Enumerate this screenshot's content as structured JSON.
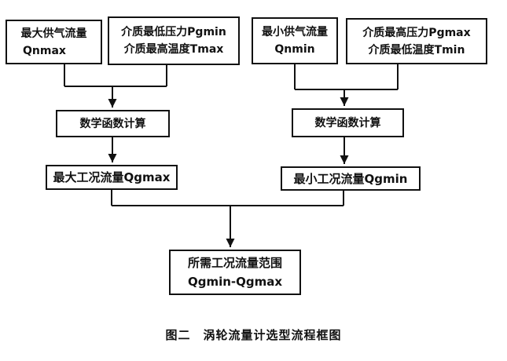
{
  "colors": {
    "ink": "#111111",
    "background": "#ffffff"
  },
  "flowchart": {
    "boxes": {
      "qnmax": {
        "line1": "最大供气流量",
        "line2": "Qnmax"
      },
      "pgmin_tmax": {
        "line1": "介质最低压力Pgmin",
        "line2": "介质最高温度Tmax"
      },
      "qnmin": {
        "line1": "最小供气流量",
        "line2": "Qnmin"
      },
      "pgmax_tmin": {
        "line1": "介质最高压力Pgmax",
        "line2": "介质最低温度Tmin"
      },
      "math_left": {
        "line1": "数学函数计算"
      },
      "math_right": {
        "line1": "数学函数计算"
      },
      "qgmax": {
        "line1": "最大工况流量Qgmax"
      },
      "qgmin": {
        "line1": "最小工况流量Qgmin"
      },
      "range": {
        "line1": "所需工况流量范围",
        "line2": "Qgmin-Qgmax"
      }
    }
  },
  "caption": "图二　涡轮流量计选型流程框图"
}
